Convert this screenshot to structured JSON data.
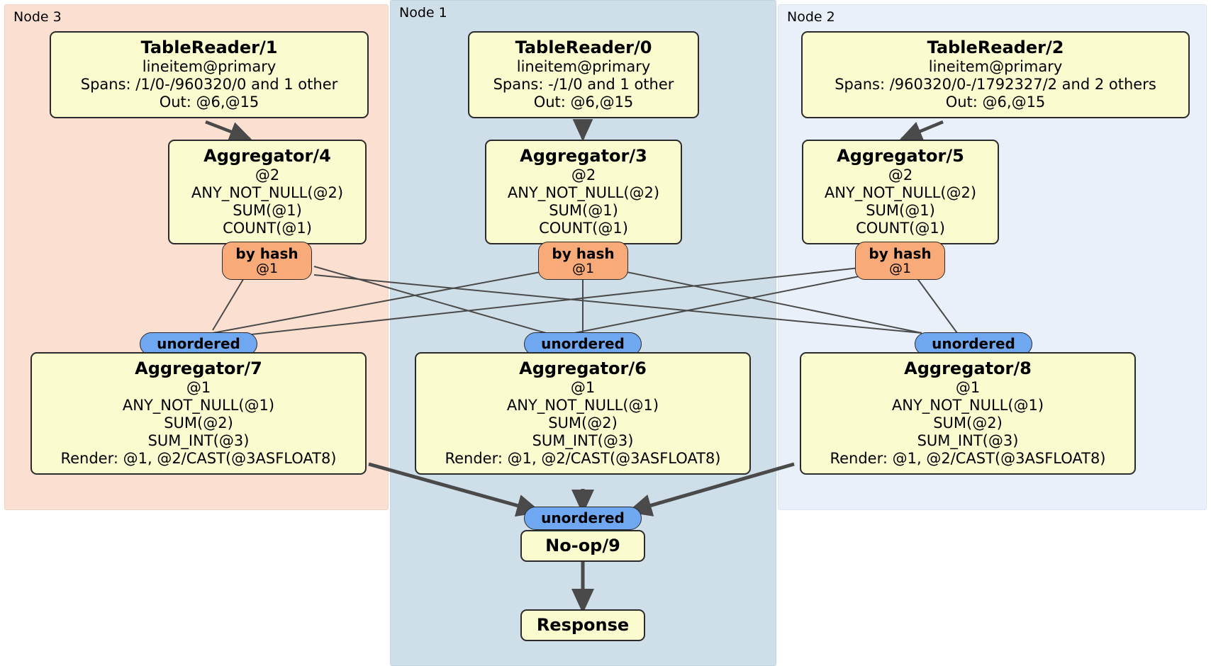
{
  "diagram": {
    "kind": "distributed-query-plan",
    "colors": {
      "node3_panel": "#fbe0d2",
      "node1_panel": "#cfdfe9",
      "node2_panel": "#eaf0fa",
      "processor_box": "#fbfbd0",
      "box_border": "#2b2b2b",
      "hash_router": "#f8aa78",
      "unordered_router": "#6fa8f0",
      "edge": "#4a4a4a"
    }
  },
  "panels": [
    {
      "id": "node3",
      "label": "Node 3"
    },
    {
      "id": "node1",
      "label": "Node 1"
    },
    {
      "id": "node2",
      "label": "Node 2"
    }
  ],
  "processors": {
    "tablereader_1": {
      "title": "TableReader/1",
      "lines": [
        "lineitem@primary",
        "Spans: /1/0-/960320/0 and 1 other",
        "Out: @6,@15"
      ]
    },
    "tablereader_0": {
      "title": "TableReader/0",
      "lines": [
        "lineitem@primary",
        "Spans: -/1/0 and 1 other",
        "Out: @6,@15"
      ]
    },
    "tablereader_2": {
      "title": "TableReader/2",
      "lines": [
        "lineitem@primary",
        "Spans: /960320/0-/1792327/2 and 2 others",
        "Out: @6,@15"
      ]
    },
    "aggregator_4": {
      "title": "Aggregator/4",
      "lines": [
        "@2",
        "ANY_NOT_NULL(@2)",
        "SUM(@1)",
        "COUNT(@1)"
      ]
    },
    "aggregator_3": {
      "title": "Aggregator/3",
      "lines": [
        "@2",
        "ANY_NOT_NULL(@2)",
        "SUM(@1)",
        "COUNT(@1)"
      ]
    },
    "aggregator_5": {
      "title": "Aggregator/5",
      "lines": [
        "@2",
        "ANY_NOT_NULL(@2)",
        "SUM(@1)",
        "COUNT(@1)"
      ]
    },
    "aggregator_7": {
      "title": "Aggregator/7",
      "lines": [
        "@1",
        "ANY_NOT_NULL(@1)",
        "SUM(@2)",
        "SUM_INT(@3)",
        "Render: @1, @2/CAST(@3ASFLOAT8)"
      ]
    },
    "aggregator_6": {
      "title": "Aggregator/6",
      "lines": [
        "@1",
        "ANY_NOT_NULL(@1)",
        "SUM(@2)",
        "SUM_INT(@3)",
        "Render: @1, @2/CAST(@3ASFLOAT8)"
      ]
    },
    "aggregator_8": {
      "title": "Aggregator/8",
      "lines": [
        "@1",
        "ANY_NOT_NULL(@1)",
        "SUM(@2)",
        "SUM_INT(@3)",
        "Render: @1, @2/CAST(@3ASFLOAT8)"
      ]
    },
    "noop_9": {
      "title": "No-op/9",
      "lines": []
    },
    "response": {
      "title": "Response",
      "lines": []
    }
  },
  "routers": {
    "hash_left": {
      "title": "by hash",
      "sub": "@1"
    },
    "hash_mid": {
      "title": "by hash",
      "sub": "@1"
    },
    "hash_right": {
      "title": "by hash",
      "sub": "@1"
    },
    "unordered_left": {
      "title": "unordered"
    },
    "unordered_mid": {
      "title": "unordered"
    },
    "unordered_right": {
      "title": "unordered"
    },
    "unordered_final": {
      "title": "unordered"
    }
  }
}
